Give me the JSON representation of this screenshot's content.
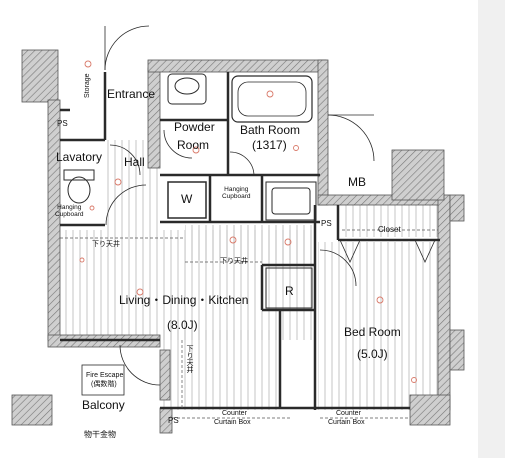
{
  "rooms": {
    "entrance": "Entrance",
    "storage": "Storage",
    "ps_top": "PS",
    "lavatory": "Lavatory",
    "hall": "Hall",
    "hanging_cupboard_left": "Hanging\nCupboard",
    "powder_room_line1": "Powder",
    "powder_room_line2": "Room",
    "bath_room": "Bath Room",
    "bath_size": "(1317)",
    "w": "W",
    "hanging_cupboard_center": "Hanging\nCupboard",
    "mb": "MB",
    "ps_right": "PS",
    "closet": "Closet",
    "r": "R",
    "ldk": "Living・Dining・Kitchen",
    "ldk_size": "(8.0J)",
    "bedroom": "Bed Room",
    "bedroom_size": "(5.0J)",
    "fire_escape_line1": "Fire Escape",
    "fire_escape_line2": "(偶数階)",
    "balcony": "Balcony",
    "monohoshi": "物干金物",
    "ps_bottom": "PS",
    "sagari_tenjo_1": "下り天井",
    "sagari_tenjo_2": "下り天井",
    "sagari_tenjo_3": "下り天井",
    "counter_cb_1_line1": "Counter",
    "counter_cb_1_line2": "Curtain Box",
    "counter_cb_2_line1": "Counter",
    "counter_cb_2_line2": "Curtain Box"
  },
  "colors": {
    "wall": "#8c8c8c",
    "line": "#2a2a2a",
    "symbol": "#d97a6a",
    "floor_line": "#9a9a9a"
  }
}
